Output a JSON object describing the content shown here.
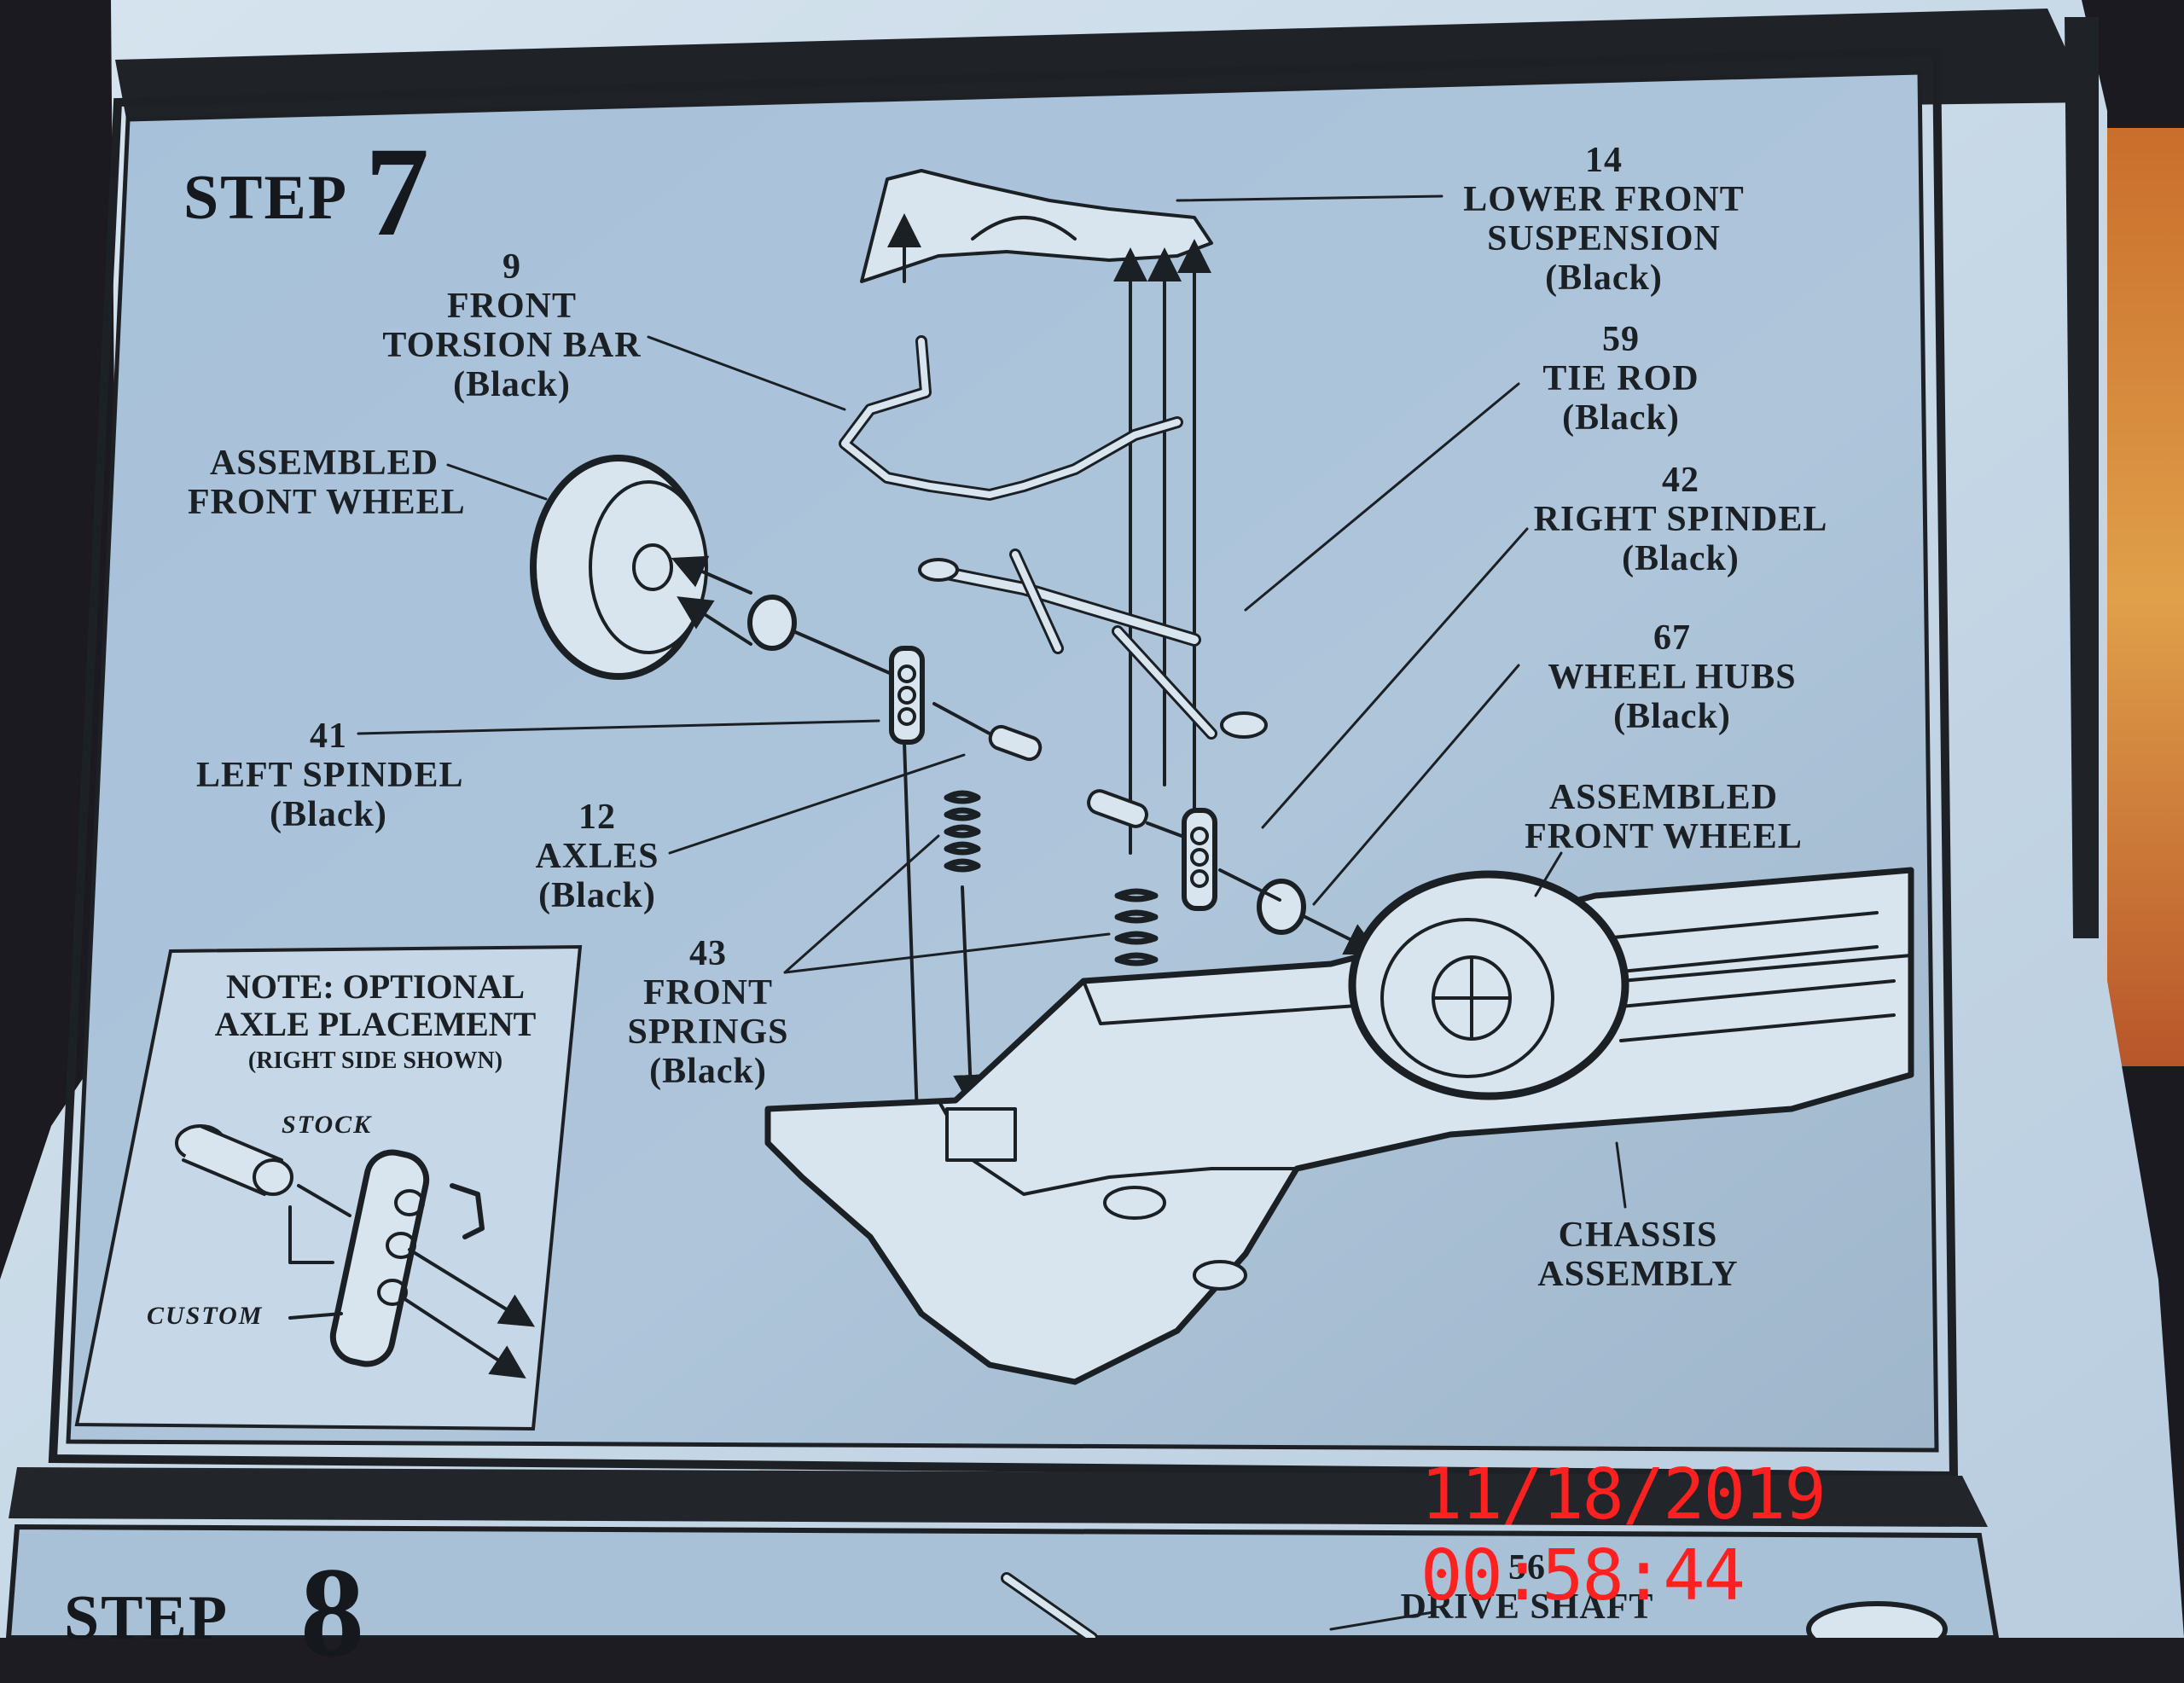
{
  "step7": {
    "word": "STEP",
    "number": "7",
    "labels": {
      "p14": {
        "num": "14",
        "l1": "LOWER FRONT",
        "l2": "SUSPENSION",
        "color": "(Black)"
      },
      "p9": {
        "num": "9",
        "l1": "FRONT",
        "l2": "TORSION BAR",
        "color": "(Black)"
      },
      "p59": {
        "num": "59",
        "l1": "TIE ROD",
        "color": "(Black)"
      },
      "wheel_left": {
        "l1": "ASSEMBLED",
        "l2": "FRONT WHEEL"
      },
      "p42": {
        "num": "42",
        "l1": "RIGHT SPINDEL",
        "color": "(Black)"
      },
      "p67": {
        "num": "67",
        "l1": "WHEEL HUBS",
        "color": "(Black)"
      },
      "p41": {
        "num": "41",
        "l1": "LEFT SPINDEL",
        "color": "(Black)"
      },
      "wheel_right": {
        "l1": "ASSEMBLED",
        "l2": "FRONT WHEEL"
      },
      "p12": {
        "num": "12",
        "l1": "AXLES",
        "color": "(Black)"
      },
      "p43": {
        "num": "43",
        "l1": "FRONT",
        "l2": "SPRINGS",
        "color": "(Black)"
      },
      "chassis": {
        "l1": "CHASSIS",
        "l2": "ASSEMBLY"
      }
    },
    "note": {
      "line1": "NOTE: OPTIONAL",
      "line2": "AXLE PLACEMENT",
      "line3": "(RIGHT SIDE SHOWN)",
      "stock": "STOCK",
      "custom": "CUSTOM"
    }
  },
  "step8": {
    "word": "STEP",
    "number": "8",
    "p56": {
      "num": "56",
      "l1": "DRIVE SHAFT"
    }
  },
  "timestamp": "11/18/2019 00:58:44",
  "colors": {
    "panel": "#aac3d9",
    "ink": "#1b2025",
    "stamp": "#ff2020",
    "background": "#1c1c22"
  }
}
